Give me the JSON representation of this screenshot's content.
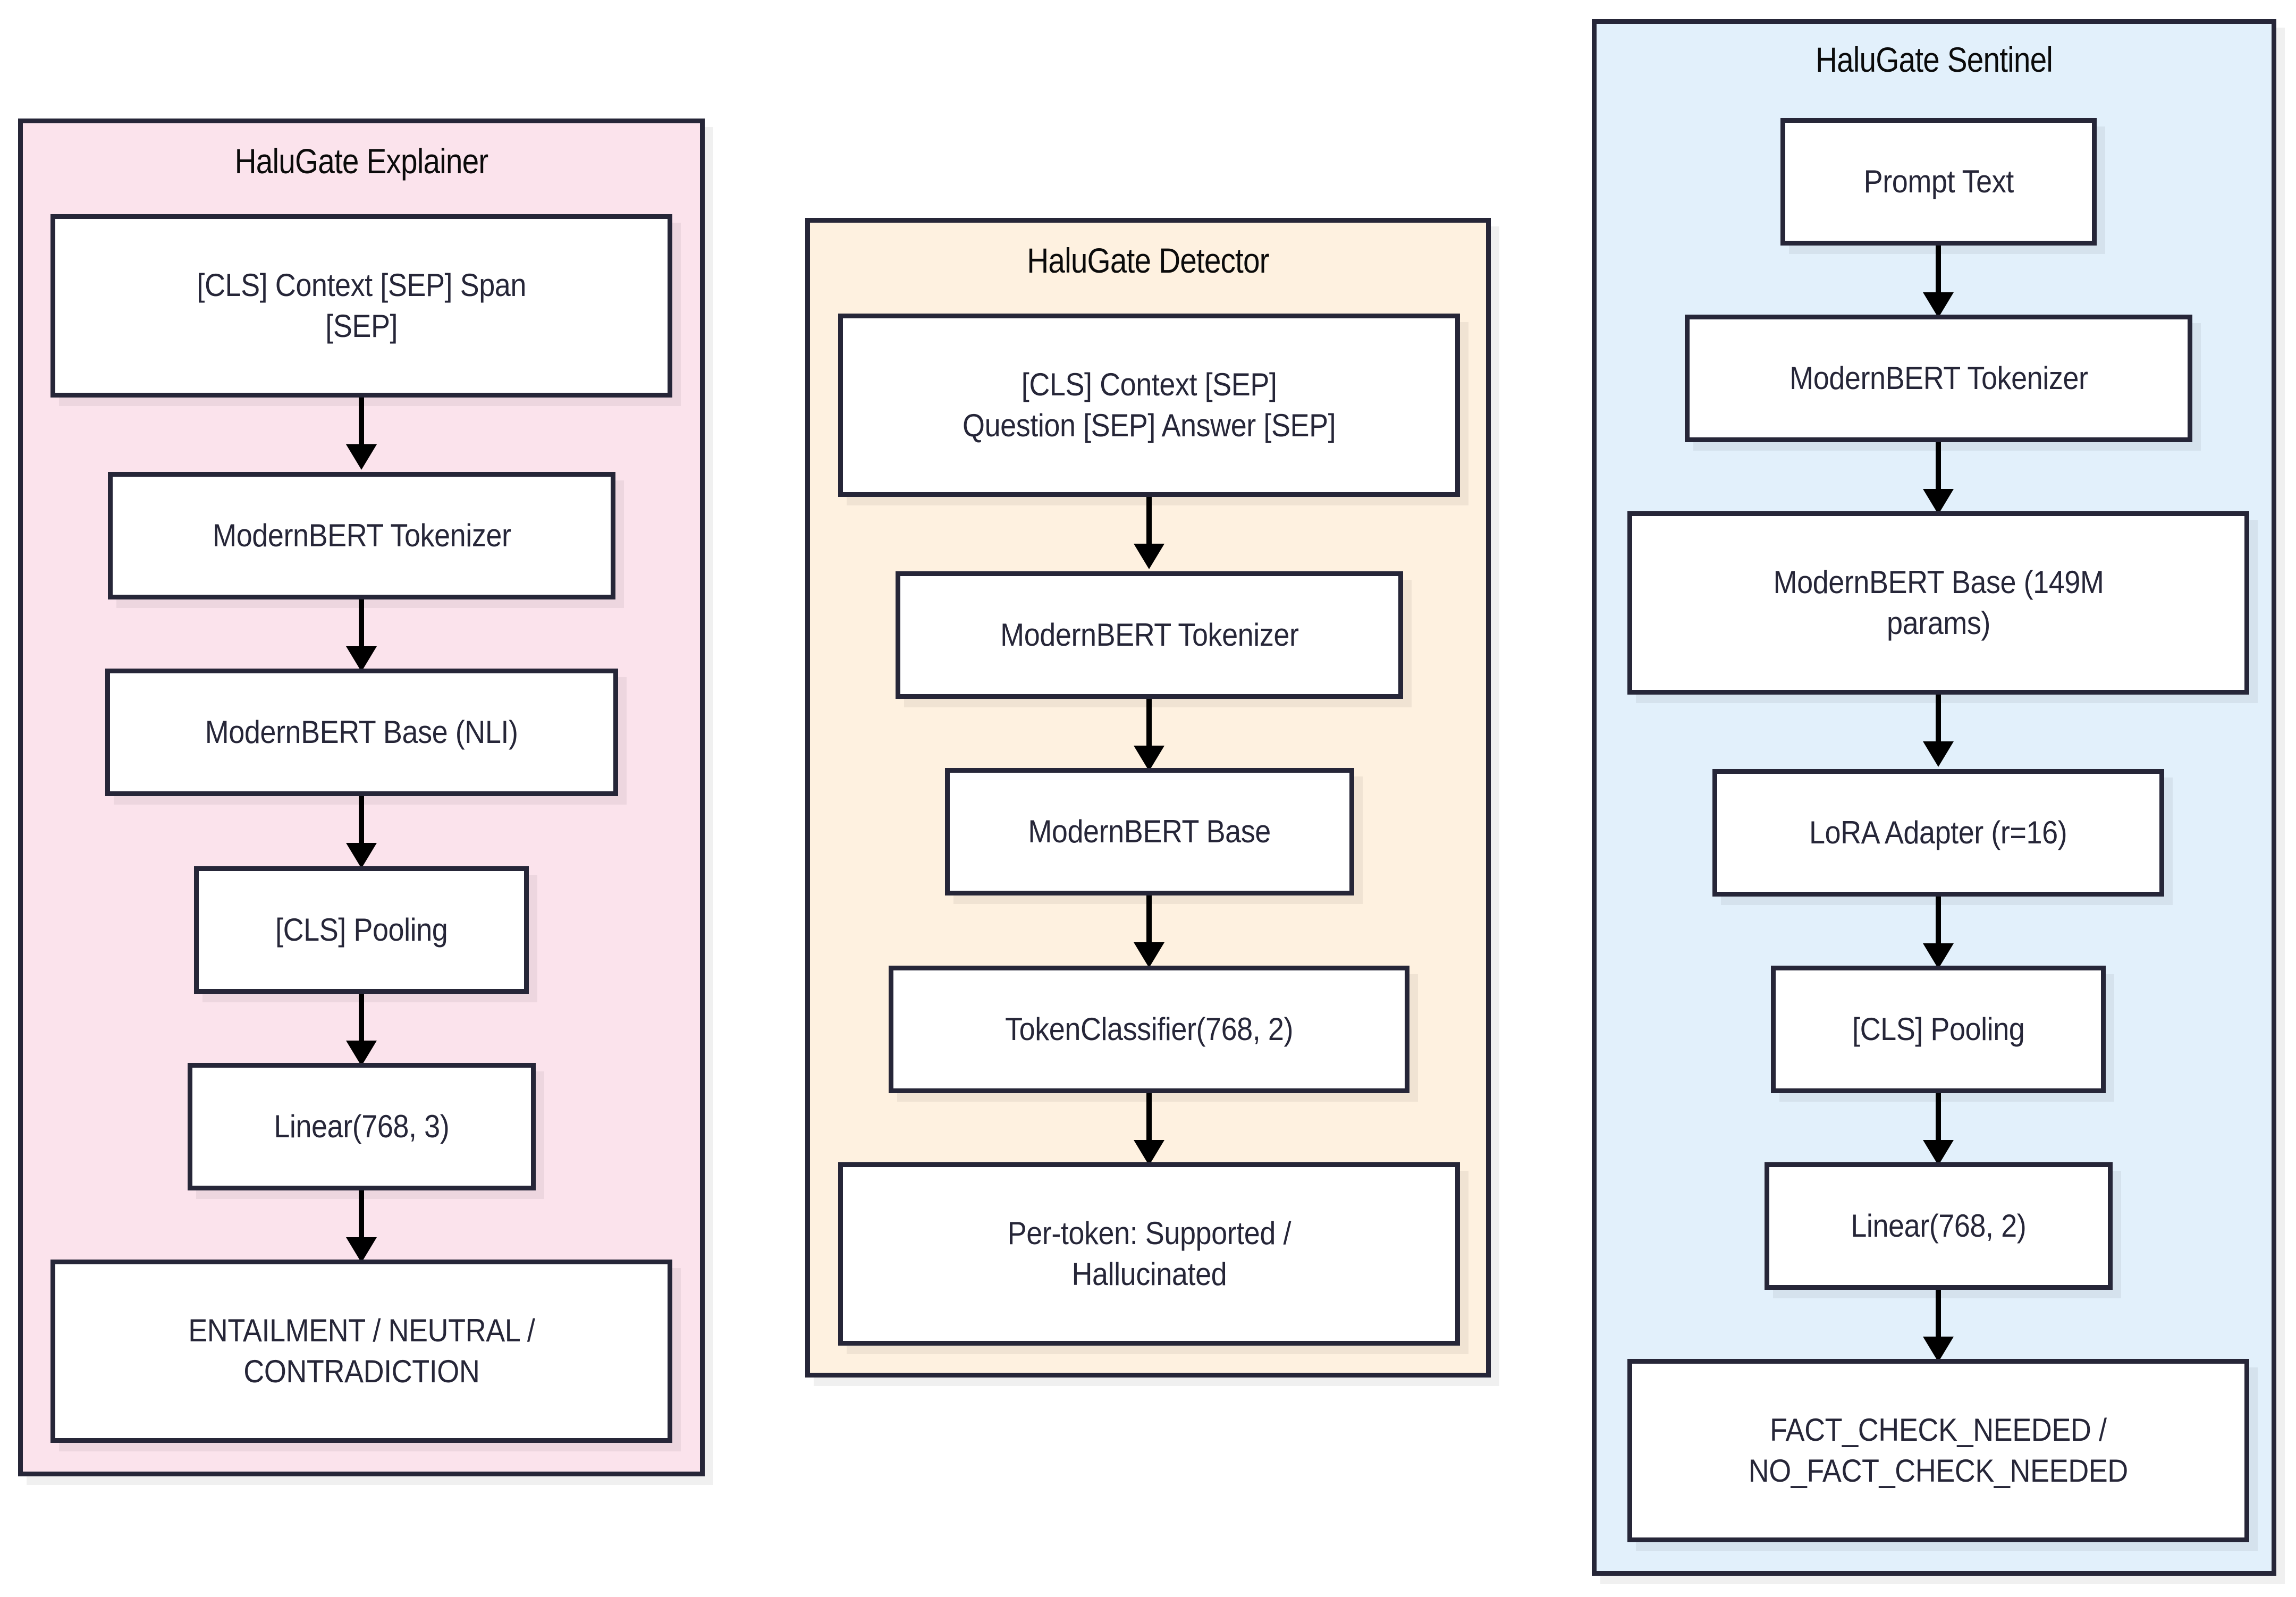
{
  "diagram": {
    "type": "flowchart",
    "direction": "top-down",
    "background": "#ffffff",
    "edge_color": "#000000",
    "node_border_color": "#262638",
    "node_fill": "#ffffff",
    "text_color": "#262638",
    "title_color": "#0b0b0b"
  },
  "columns": [
    {
      "id": "explainer",
      "title": "HaluGate Explainer",
      "fill": "#fbe3ec",
      "border": "#262638",
      "nodes": [
        {
          "id": "exp-input",
          "label": "[CLS] Context [SEP] Span\n[SEP]"
        },
        {
          "id": "exp-tokenizer",
          "label": "ModernBERT Tokenizer"
        },
        {
          "id": "exp-base",
          "label": "ModernBERT Base (NLI)"
        },
        {
          "id": "exp-pooling",
          "label": "[CLS] Pooling"
        },
        {
          "id": "exp-linear",
          "label": "Linear(768, 3)"
        },
        {
          "id": "exp-output",
          "label": "ENTAILMENT / NEUTRAL /\nCONTRADICTION"
        }
      ],
      "edges": [
        {
          "from": "exp-input",
          "to": "exp-tokenizer"
        },
        {
          "from": "exp-tokenizer",
          "to": "exp-base"
        },
        {
          "from": "exp-base",
          "to": "exp-pooling"
        },
        {
          "from": "exp-pooling",
          "to": "exp-linear"
        },
        {
          "from": "exp-linear",
          "to": "exp-output"
        }
      ]
    },
    {
      "id": "detector",
      "title": "HaluGate Detector",
      "fill": "#fef1e0",
      "border": "#262638",
      "nodes": [
        {
          "id": "det-input",
          "label": "[CLS] Context [SEP]\nQuestion [SEP] Answer [SEP]"
        },
        {
          "id": "det-tokenizer",
          "label": "ModernBERT Tokenizer"
        },
        {
          "id": "det-base",
          "label": "ModernBERT Base"
        },
        {
          "id": "det-classifier",
          "label": "TokenClassifier(768, 2)"
        },
        {
          "id": "det-output",
          "label": "Per-token: Supported /\nHallucinated"
        }
      ],
      "edges": [
        {
          "from": "det-input",
          "to": "det-tokenizer"
        },
        {
          "from": "det-tokenizer",
          "to": "det-base"
        },
        {
          "from": "det-base",
          "to": "det-classifier"
        },
        {
          "from": "det-classifier",
          "to": "det-output"
        }
      ]
    },
    {
      "id": "sentinel",
      "title": "HaluGate Sentinel",
      "fill": "#e2f0fb",
      "border": "#262638",
      "nodes": [
        {
          "id": "sen-prompt",
          "label": "Prompt Text"
        },
        {
          "id": "sen-tokenizer",
          "label": "ModernBERT Tokenizer"
        },
        {
          "id": "sen-base",
          "label": "ModernBERT Base (149M\nparams)"
        },
        {
          "id": "sen-lora",
          "label": "LoRA Adapter (r=16)"
        },
        {
          "id": "sen-pooling",
          "label": "[CLS] Pooling"
        },
        {
          "id": "sen-linear",
          "label": "Linear(768, 2)"
        },
        {
          "id": "sen-output",
          "label": "FACT_CHECK_NEEDED /\nNO_FACT_CHECK_NEEDED"
        }
      ],
      "edges": [
        {
          "from": "sen-prompt",
          "to": "sen-tokenizer"
        },
        {
          "from": "sen-tokenizer",
          "to": "sen-base"
        },
        {
          "from": "sen-base",
          "to": "sen-lora"
        },
        {
          "from": "sen-lora",
          "to": "sen-pooling"
        },
        {
          "from": "sen-pooling",
          "to": "sen-linear"
        },
        {
          "from": "sen-linear",
          "to": "sen-output"
        }
      ]
    }
  ]
}
